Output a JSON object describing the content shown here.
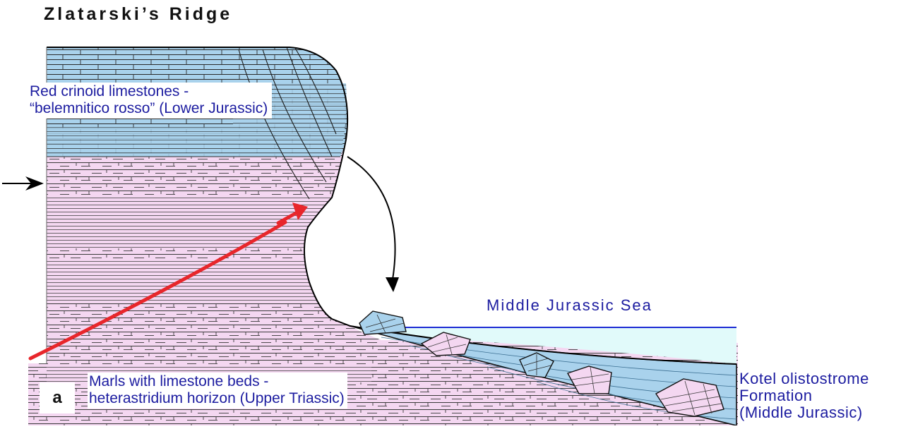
{
  "title": "Zlatarski’s Ridge",
  "labels": {
    "red_crinoid": [
      "Red crinoid limestones -",
      "“belemnitico rosso” (Lower Jurassic)"
    ],
    "marls": [
      "Marls with limestone beds -",
      "heterastridium horizon (Upper Triassic)"
    ],
    "sea": "Middle Jurassic Sea",
    "kotel": [
      "Kotel olistostrome",
      "Formation",
      "(Middle Jurassic)"
    ],
    "panel": "a"
  },
  "colors": {
    "limestone_fill": "#a9d2ec",
    "marl_fill": "#f4d7f1",
    "sea_fill": "#e1fafa",
    "sea_line": "#1d2bd4",
    "label_text": "#1c1ca0",
    "thrust_arrow": "#e8262b",
    "outline": "#000000"
  },
  "icons": {
    "side_arrow": "arrow-right-icon",
    "fall_arrow": "curved-arrow-down-icon",
    "thrust_arrow": "red-arrow-icon"
  }
}
